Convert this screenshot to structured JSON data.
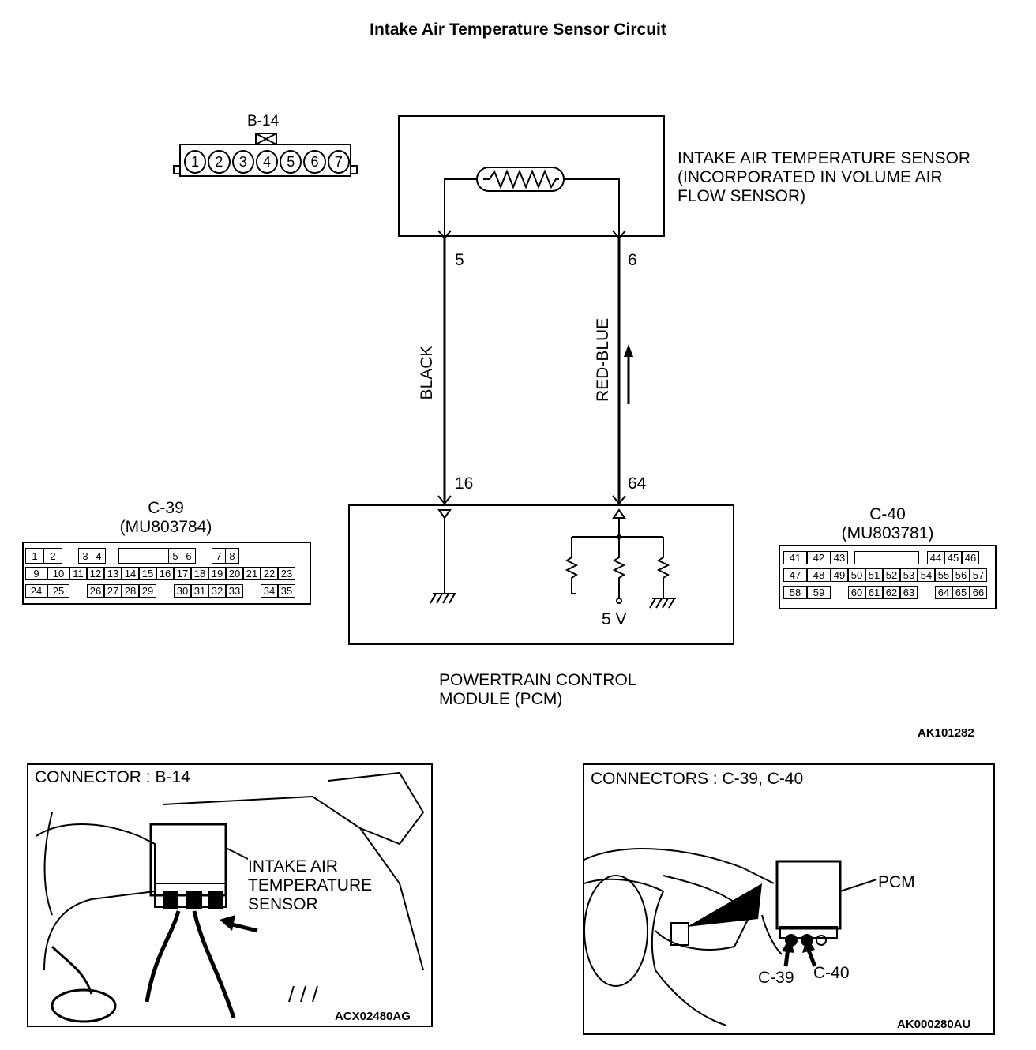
{
  "title": "Intake Air Temperature Sensor Circuit",
  "connector_b14": {
    "label": "B-14",
    "pins": [
      "1",
      "2",
      "3",
      "4",
      "5",
      "6",
      "7"
    ]
  },
  "sensor": {
    "line1": "INTAKE AIR TEMPERATURE SENSOR",
    "line2": "(INCORPORATED IN VOLUME AIR",
    "line3": "FLOW SENSOR)"
  },
  "wires": {
    "left": {
      "top_pin": "5",
      "color": "BLACK",
      "bottom_pin": "16"
    },
    "right": {
      "top_pin": "6",
      "color": "RED-BLUE",
      "bottom_pin": "64"
    }
  },
  "pcm": {
    "voltage": "5 V",
    "line1": "POWERTRAIN CONTROL",
    "line2": "MODULE (PCM)"
  },
  "connector_c39": {
    "label": "C-39",
    "part": "(MU803784)",
    "rows": [
      [
        "1",
        "2",
        "",
        "3",
        "4",
        "",
        "",
        "",
        "",
        "5",
        "6",
        "",
        "7",
        "8"
      ],
      [
        "9",
        "10",
        "11",
        "12",
        "13",
        "14",
        "15",
        "16",
        "17",
        "18",
        "19",
        "20",
        "21",
        "22",
        "23"
      ],
      [
        "24",
        "25",
        "",
        "26",
        "27",
        "28",
        "29",
        "",
        "30",
        "31",
        "32",
        "33",
        "",
        "34",
        "35"
      ]
    ]
  },
  "connector_c40": {
    "label": "C-40",
    "part": "(MU803781)",
    "rows": [
      [
        "41",
        "42",
        "43",
        "",
        "",
        "",
        "",
        "",
        "44",
        "45",
        "46"
      ],
      [
        "47",
        "48",
        "49",
        "50",
        "51",
        "52",
        "53",
        "54",
        "55",
        "56",
        "57"
      ],
      [
        "58",
        "59",
        "",
        "60",
        "61",
        "62",
        "63",
        "",
        "64",
        "65",
        "66"
      ]
    ]
  },
  "figure_code": "AK101282",
  "photo_left": {
    "heading": "CONNECTOR : B-14",
    "callout1": "INTAKE AIR",
    "callout2": "TEMPERATURE",
    "callout3": "SENSOR",
    "code": "ACX02480AG"
  },
  "photo_right": {
    "heading": "CONNECTORS : C-39, C-40",
    "pcm_label": "PCM",
    "c39_label": "C-39",
    "c40_label": "C-40",
    "code": "AK000280AU"
  }
}
